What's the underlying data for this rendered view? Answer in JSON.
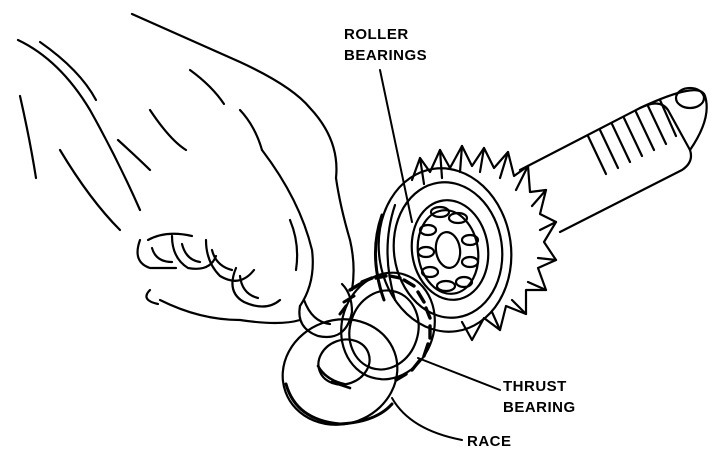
{
  "labels": {
    "roller_bearings": [
      "ROLLER",
      "BEARINGS"
    ],
    "thrust_bearing": [
      "THRUST",
      "BEARING"
    ],
    "race": "RACE"
  },
  "colors": {
    "ink": "#000000",
    "paper": "#ffffff"
  }
}
